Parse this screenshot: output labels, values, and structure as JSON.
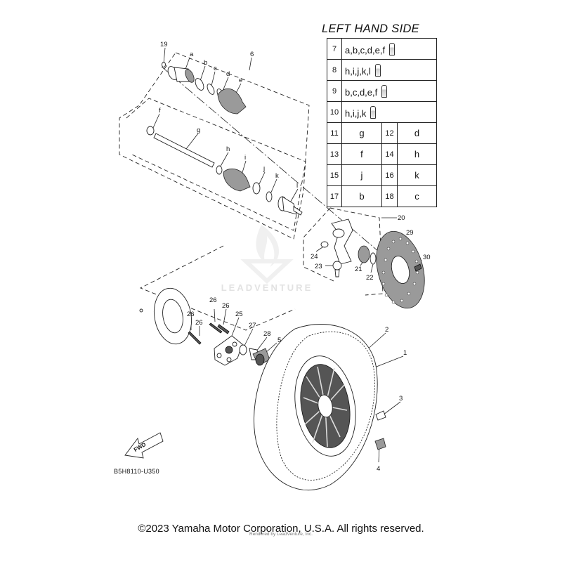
{
  "kit_table": {
    "title": "LEFT HAND SIDE",
    "rows": [
      {
        "type": "wide",
        "num": "7",
        "letters": "a,b,c,d,e,f",
        "grease_icon": "grease-tube-icon"
      },
      {
        "type": "wide",
        "num": "8",
        "letters": "h,i,j,k,l",
        "grease_icon": "grease-tube-icon"
      },
      {
        "type": "wide",
        "num": "9",
        "letters": "b,c,d,e,f",
        "grease_icon": "grease-tube-icon"
      },
      {
        "type": "wide",
        "num": "10",
        "letters": "h,i,j,k",
        "grease_icon": "grease-tube-icon"
      },
      {
        "type": "pair",
        "num1": "11",
        "val1": "g",
        "num2": "12",
        "val2": "d"
      },
      {
        "type": "pair",
        "num1": "13",
        "val1": "f",
        "num2": "14",
        "val2": "h"
      },
      {
        "type": "pair",
        "num1": "15",
        "val1": "j",
        "num2": "16",
        "val2": "k"
      },
      {
        "type": "pair",
        "num1": "17",
        "val1": "b",
        "num2": "18",
        "val2": "c"
      }
    ]
  },
  "callouts": {
    "n1": "1",
    "n2": "2",
    "n3": "3",
    "n4": "4",
    "n5": "5",
    "n6": "6",
    "n19": "19",
    "n20": "20",
    "n21": "21",
    "n22": "22",
    "n23": "23",
    "n24": "24",
    "n25": "25",
    "n26a": "26",
    "n26b": "26",
    "n26c": "26",
    "n27": "27",
    "n28": "28",
    "n29": "29",
    "n30": "30",
    "la": "a",
    "lb": "b",
    "lc": "c",
    "ld": "d",
    "le": "e",
    "lf": "f",
    "lg": "g",
    "lh": "h",
    "li": "i",
    "lj": "j",
    "lk": "k",
    "ll": "l"
  },
  "fwd_label": "FWD",
  "diagram_code": "B5H8110-U350",
  "watermark": "LEADVENTURE",
  "copyright": "©2023 Yamaha Motor Corporation, U.S.A. All rights reserved.",
  "rendered_by": "Rendered by LeadVenture, Inc."
}
